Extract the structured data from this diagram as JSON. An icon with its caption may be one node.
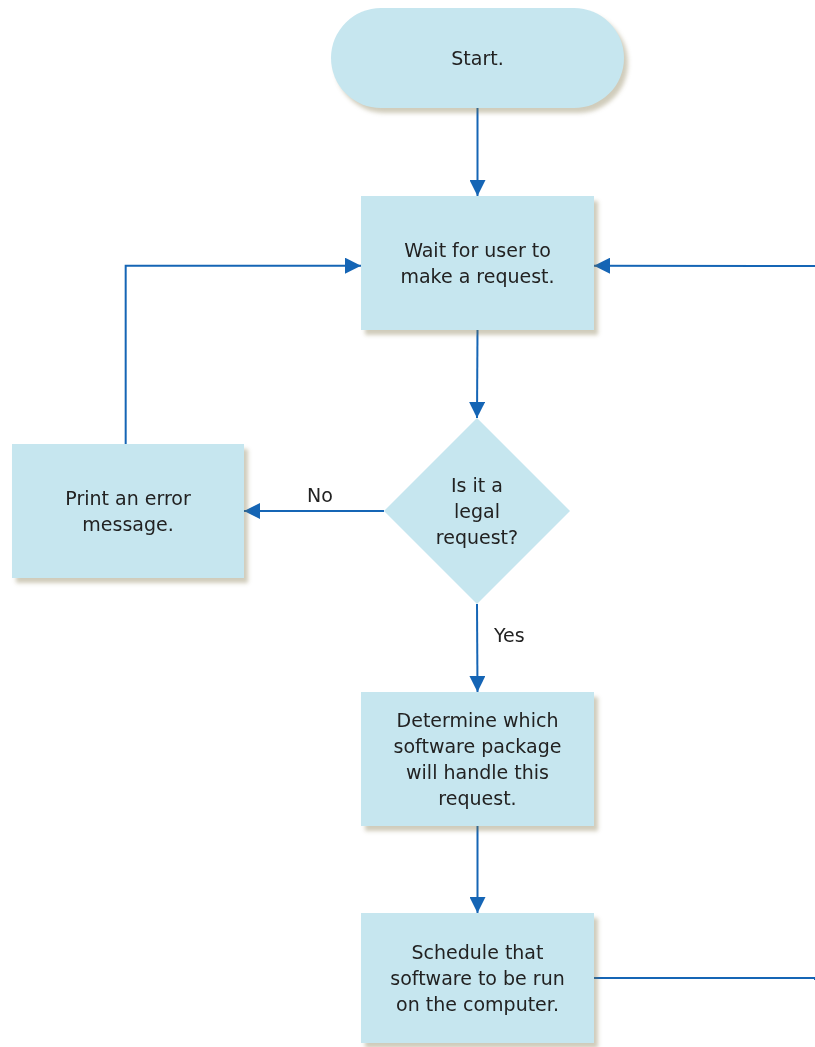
{
  "diagram": {
    "nodes": [
      {
        "text": [
          "Start."
        ]
      },
      {
        "text": [
          "Wait for user to make a request."
        ]
      },
      {
        "text": [
          "Is it a legal request?"
        ]
      },
      {
        "text": [
          "Print an error message."
        ]
      },
      {
        "text": [
          "Determine which software package will handle this request."
        ]
      },
      {
        "text": [
          "Schedule that software to be run on the computer."
        ]
      }
    ],
    "edges": [
      {
        "from": 0,
        "to": 1,
        "arrow": "to"
      },
      {
        "from": 1,
        "to": 2,
        "arrow": "to"
      },
      {
        "from": 2,
        "to": 3,
        "arrow": "to",
        "label": "No"
      },
      {
        "from": 2,
        "to": 4,
        "arrow": "to",
        "label": "Yes"
      },
      {
        "from": 4,
        "to": 5,
        "arrow": "to"
      },
      {
        "from": 5,
        "to": null,
        "arrow": "none"
      },
      {
        "from": null,
        "to": 1,
        "arrow": "to"
      },
      {
        "from": 3,
        "to": 1,
        "arrow": "to"
      }
    ]
  }
}
